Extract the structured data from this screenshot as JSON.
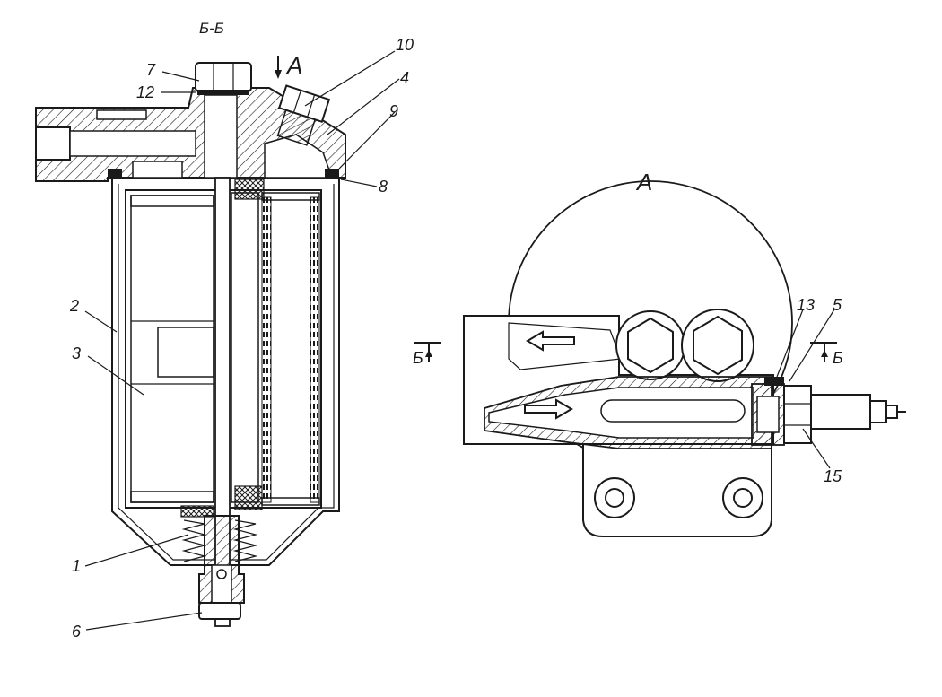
{
  "section_label": "Б-Б",
  "view_label": "А",
  "view_arrow_label": "А",
  "section_marks": [
    "Б",
    "Б"
  ],
  "callouts": [
    "1",
    "2",
    "3",
    "4",
    "5",
    "6",
    "7",
    "8",
    "9",
    "10",
    "12",
    "13",
    "15"
  ]
}
